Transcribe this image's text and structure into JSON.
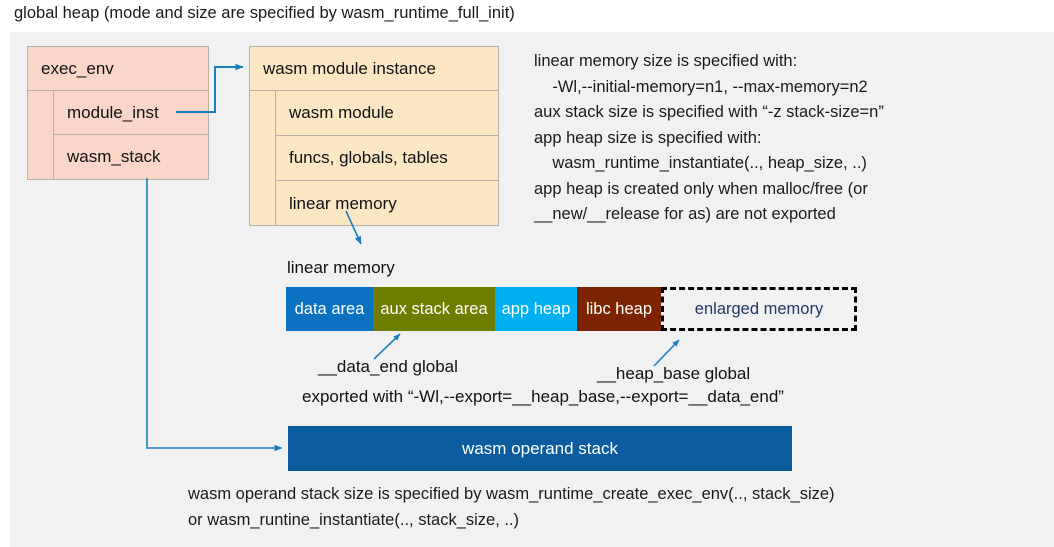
{
  "title": "global heap (mode and size are specified by wasm_runtime_full_init)",
  "exec_env": {
    "header": "exec_env",
    "rows": [
      "module_inst",
      "wasm_stack"
    ]
  },
  "module_instance": {
    "header": "wasm module instance",
    "rows": [
      "wasm module",
      "funcs, globals, tables",
      "linear memory"
    ]
  },
  "notes": "linear memory size is specified with:\n    -Wl,--initial-memory=n1, --max-memory=n2\naux stack size is specified with “-z stack-size=n”\napp heap size is specified with:\n    wasm_runtime_instantiate(.., heap_size, ..)\napp heap is created only when malloc/free (or\n__new/__release for as) are not exported",
  "linear_memory": {
    "label": "linear memory",
    "segments": [
      {
        "label": "data area",
        "color": "#0a72c0",
        "width": 87,
        "text_color": "#ffffff",
        "dashed": false
      },
      {
        "label": "aux stack area",
        "color": "#6d7d00",
        "width": 122,
        "text_color": "#ffffff",
        "dashed": false
      },
      {
        "label": "app heap",
        "color": "#00b0f0",
        "width": 82,
        "text_color": "#ffffff",
        "dashed": false
      },
      {
        "label": "libc heap",
        "color": "#7c2300",
        "width": 84,
        "text_color": "#ffffff",
        "dashed": false
      },
      {
        "label": "enlarged memory",
        "color": "#f1f1f1",
        "width": 196,
        "text_color": "#1f3864",
        "dashed": true
      }
    ]
  },
  "annotations": {
    "data_end": "__data_end global",
    "heap_base": "__heap_base global",
    "exported": "exported with “-Wl,--export=__heap_base,--export=__data_end”"
  },
  "operand_stack": {
    "label": "wasm operand stack",
    "note": "wasm operand stack size is specified by wasm_runtime_create_exec_env(.., stack_size)\nor wasm_runtine_instantiate(.., stack_size, ..)"
  },
  "colors": {
    "panel_background": "#f1f1f1",
    "exec_env_fill": "#fad6c8",
    "module_instance_fill": "#fce7c5",
    "operand_stack_fill": "#0a5c9e",
    "connector": "#1a7fc1",
    "box_border": "#b6b0a8"
  }
}
